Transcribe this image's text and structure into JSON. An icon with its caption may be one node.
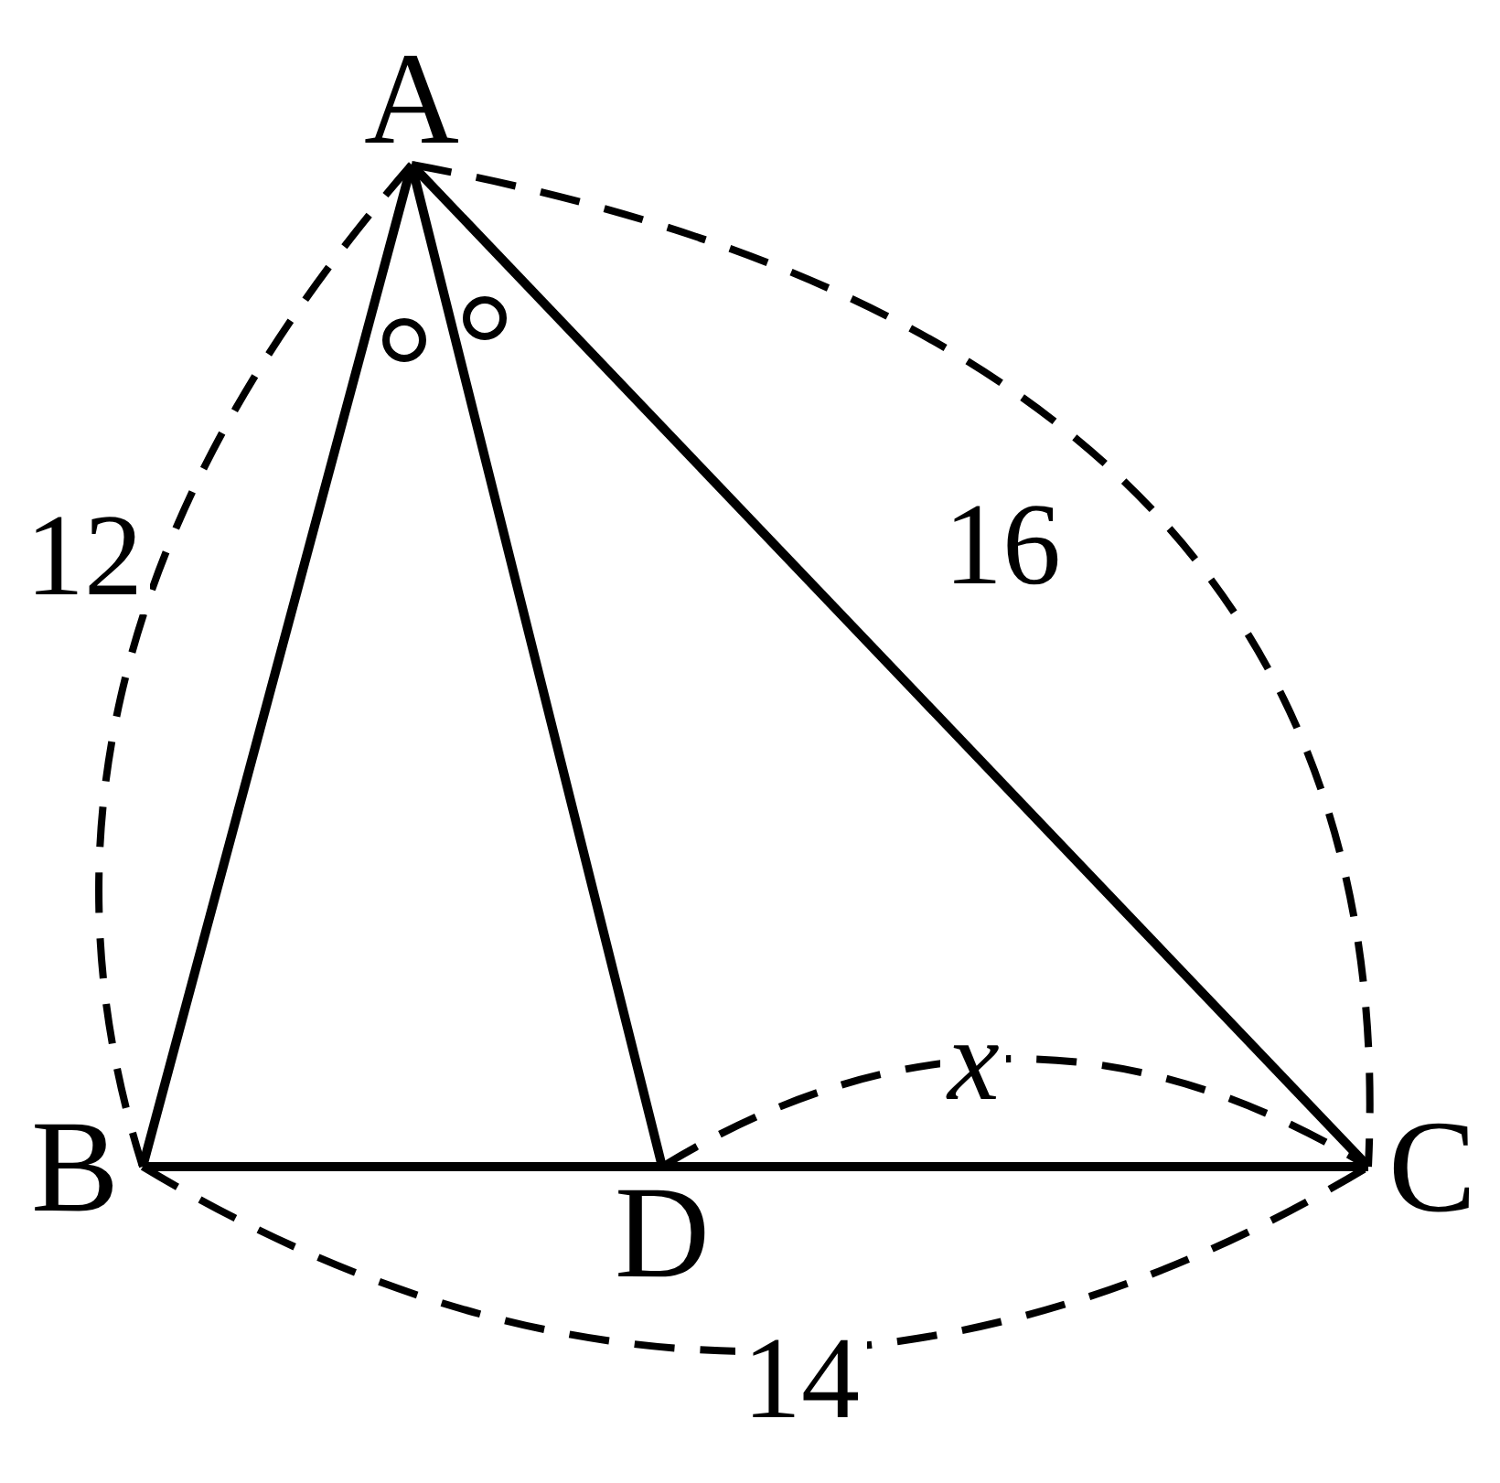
{
  "diagram": {
    "nodes": [
      {
        "text": [
          "A"
        ]
      },
      {
        "text": [
          "B"
        ]
      },
      {
        "text": [
          "C"
        ]
      },
      {
        "text": [
          "D"
        ]
      }
    ],
    "edges": [
      {
        "from": 0,
        "to": 1,
        "arrow": "none"
      },
      {
        "from": 0,
        "to": 3,
        "arrow": "none"
      },
      {
        "from": 0,
        "to": 2,
        "arrow": "none"
      },
      {
        "from": 1,
        "to": 3,
        "arrow": "none"
      },
      {
        "from": 3,
        "to": 2,
        "arrow": "none"
      }
    ],
    "labels": [
      "12",
      "16",
      "x",
      "14"
    ]
  }
}
